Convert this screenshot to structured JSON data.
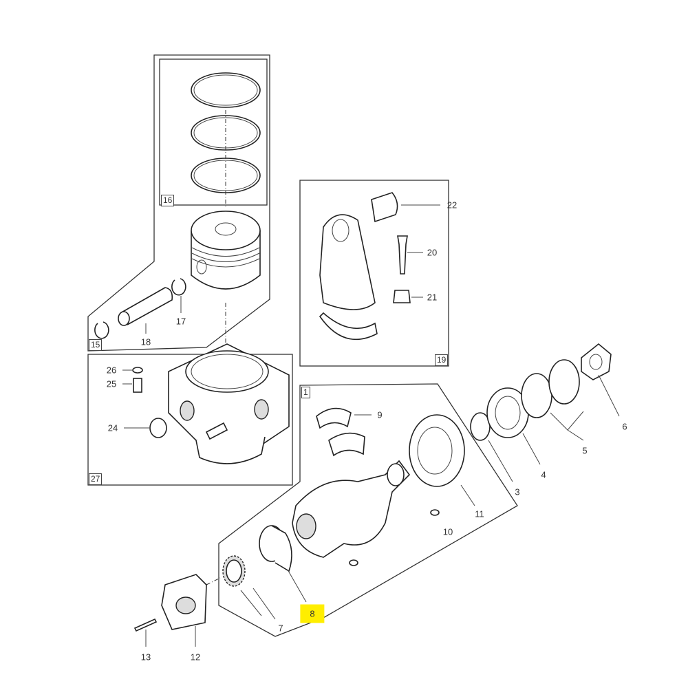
{
  "diagram": {
    "highlight_color": "#ffee00",
    "group_labels": {
      "g16": "16",
      "g15": "15",
      "g19": "19",
      "g1": "1",
      "g27": "27"
    },
    "callouts": {
      "c18": "18",
      "c17": "17",
      "c22": "22",
      "c20": "20",
      "c21": "21",
      "c26": "26",
      "c25": "25",
      "c24": "24",
      "c9": "9",
      "c6": "6",
      "c5": "5",
      "c4": "4",
      "c3": "3",
      "c11": "11",
      "c10": "10",
      "c8": "8",
      "c7": "7",
      "c13": "13",
      "c12": "12"
    },
    "highlighted_part": "8"
  }
}
